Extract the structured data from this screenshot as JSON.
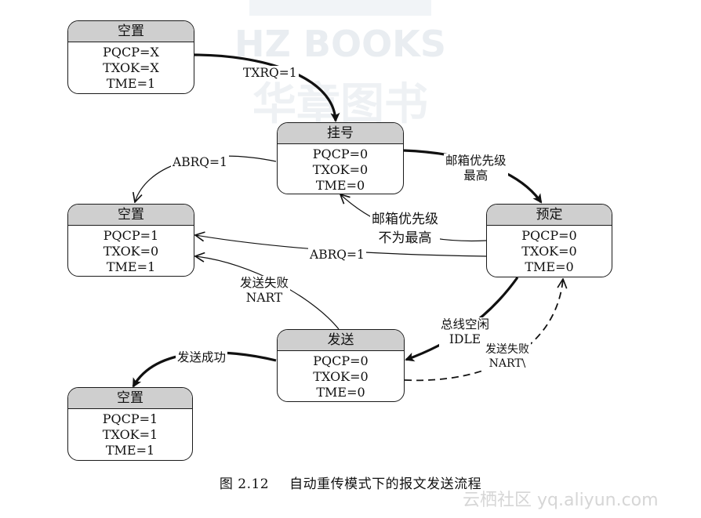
{
  "watermark": {
    "line1": "HZ BOOKS",
    "line2": "华章图书",
    "corner": "云栖社区 yq.aliyun.com"
  },
  "states": [
    {
      "id": "idle_top",
      "title": "空置",
      "lines": [
        "PQCP=X",
        "TXOK=X",
        "TME=1"
      ]
    },
    {
      "id": "pending",
      "title": "挂号",
      "lines": [
        "PQCP=0",
        "TXOK=0",
        "TME=0"
      ]
    },
    {
      "id": "idle_mid",
      "title": "空置",
      "lines": [
        "PQCP=1",
        "TXOK=0",
        "TME=1"
      ]
    },
    {
      "id": "scheduled",
      "title": "预定",
      "lines": [
        "PQCP=0",
        "TXOK=0",
        "TME=0"
      ]
    },
    {
      "id": "transmit",
      "title": "发送",
      "lines": [
        "PQCP=0",
        "TXOK=0",
        "TME=0"
      ]
    },
    {
      "id": "idle_bottom",
      "title": "空置",
      "lines": [
        "PQCP=1",
        "TXOK=1",
        "TME=1"
      ]
    }
  ],
  "transitions": {
    "txrq": "TXRQ=1",
    "abrq_left": "ABRQ=1",
    "highest_priority": [
      "邮箱优先级",
      "最高"
    ],
    "not_highest_priority": [
      "邮箱优先级",
      "不为最高"
    ],
    "abrq_mid": "ABRQ=1",
    "send_fail_nart": [
      "发送失败",
      "NART"
    ],
    "bus_idle": [
      "总线空闲",
      "IDLE"
    ],
    "send_fail_nart_retry": [
      "发送失败",
      "NART\\"
    ],
    "send_success": "发送成功"
  },
  "caption": {
    "number": "图 2.12",
    "text": "自动重传模式下的报文发送流程"
  }
}
